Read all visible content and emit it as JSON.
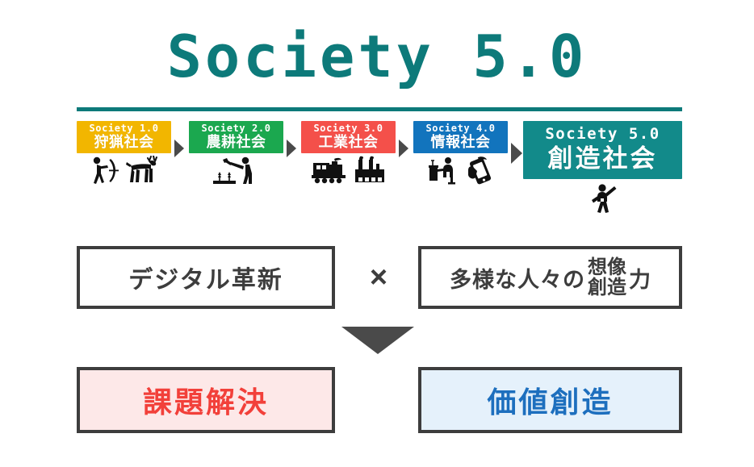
{
  "title": "Society 5.0",
  "colors": {
    "teal": "#0d7a7a",
    "society5_box": "#128a8a",
    "orange": "#f2b600",
    "green": "#1ba84f",
    "red": "#f4504a",
    "blue": "#1274bd",
    "frame": "#3d3d3d",
    "issue_text": "#f2403a",
    "issue_bg": "#fde8e8",
    "value_text": "#1d6fbe",
    "value_bg": "#e5f1fb",
    "arrow": "#4a4a4a"
  },
  "stepper": {
    "separator_icon": "triangle-right-icon",
    "steps": [
      {
        "id": "society-1",
        "en": "Society 1.0",
        "jp": "狩猟社会",
        "color": "#f2b600",
        "icons": [
          "hunter-with-bow-icon",
          "deer-icon"
        ]
      },
      {
        "id": "society-2",
        "en": "Society 2.0",
        "jp": "農耕社会",
        "color": "#1ba84f",
        "icons": [
          "farmer-with-hoe-icon",
          "crops-icon"
        ]
      },
      {
        "id": "society-3",
        "en": "Society 3.0",
        "jp": "工業社会",
        "color": "#f4504a",
        "icons": [
          "steam-locomotive-icon",
          "factory-icon"
        ]
      },
      {
        "id": "society-4",
        "en": "Society 4.0",
        "jp": "情報社会",
        "color": "#1274bd",
        "icons": [
          "person-at-computer-icon",
          "smartphone-hand-icon"
        ]
      },
      {
        "id": "society-5",
        "en": "Society 5.0",
        "jp": "創造社会",
        "color": "#128a8a",
        "icons": [
          "person-arms-raised-icon"
        ]
      }
    ]
  },
  "formula": {
    "left_box": "デジタル革新",
    "operator": "×",
    "right_box": {
      "lead": "多様な人々の",
      "stacked_top": "想像",
      "stacked_bottom": "創造",
      "tail": "力"
    },
    "down_arrow_icon": "triangle-down-icon"
  },
  "results": [
    {
      "id": "issue-resolution",
      "label": "課題解決",
      "text_color": "#f2403a",
      "bg_color": "#fde8e8"
    },
    {
      "id": "value-creation",
      "label": "価値創造",
      "text_color": "#1d6fbe",
      "bg_color": "#e5f1fb"
    }
  ]
}
